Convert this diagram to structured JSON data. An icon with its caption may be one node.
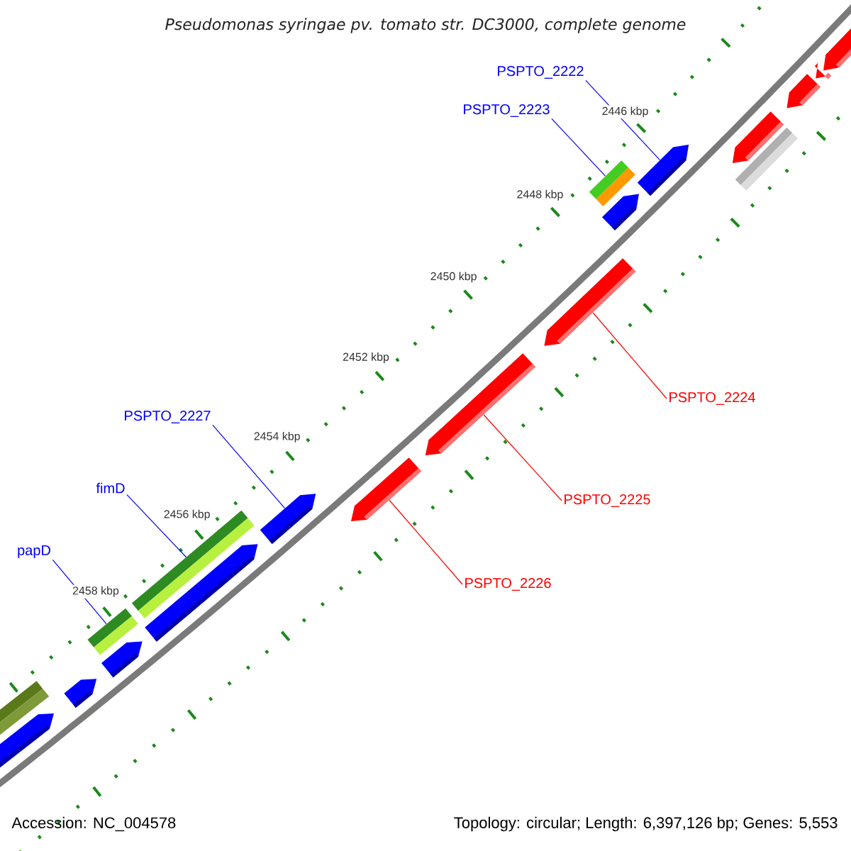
{
  "diagram": {
    "title": "Pseudomonas syringae pv. tomato str. DC3000, complete genome",
    "nodes": [
      {
        "text": [
          "PSPTO_2222"
        ]
      },
      {
        "text": [
          "PSPTO_2223"
        ]
      },
      {
        "text": [
          "PSPTO_2224"
        ]
      },
      {
        "text": [
          "PSPTO_2227"
        ]
      },
      {
        "text": [
          "PSPTO_2225"
        ]
      },
      {
        "text": [
          "fimD"
        ]
      },
      {
        "text": [
          "PSPTO_2226"
        ]
      },
      {
        "text": [
          "papD"
        ]
      },
      {
        "text": [],
        "shape": "arrow"
      },
      {
        "text": [],
        "shape": "bar"
      },
      {
        "text": [],
        "shape": "arrow"
      },
      {
        "text": [],
        "shape": "arrow"
      },
      {
        "text": [],
        "shape": "arrow"
      },
      {
        "text": [],
        "shape": "arrow"
      },
      {
        "text": [],
        "shape": "bar"
      },
      {
        "text": [],
        "shape": "bar"
      }
    ],
    "edges": [
      {
        "from": 0,
        "to": 8,
        "arrow": "none"
      },
      {
        "from": 1,
        "to": 9,
        "arrow": "none"
      },
      {
        "from": 2,
        "to": 10,
        "arrow": "none",
        "color": "#ff0000"
      },
      {
        "from": 3,
        "to": 12,
        "arrow": "none"
      },
      {
        "from": 4,
        "to": 11,
        "arrow": "none",
        "color": "#ff0000"
      },
      {
        "from": 5,
        "to": 14,
        "arrow": "none"
      },
      {
        "from": 6,
        "to": 13,
        "arrow": "none",
        "color": "#ff0000"
      },
      {
        "from": 7,
        "to": 15,
        "arrow": "none"
      }
    ],
    "labels": [
      "2446 kbp",
      "2448 kbp",
      "2450 kbp",
      "2452 kbp",
      "2454 kbp",
      "2456 kbp",
      "2458 kbp",
      "Accession: NC_004578",
      "Topology: circular; Length: 6,397,126 bp; Genes: 5,553"
    ]
  }
}
